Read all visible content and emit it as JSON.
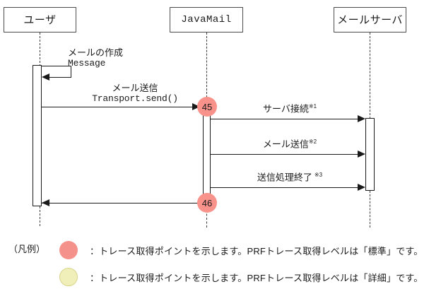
{
  "diagram": {
    "type": "uml-sequence-diagram",
    "lifelines": [
      {
        "id": "user",
        "label": "ユーザ"
      },
      {
        "id": "javamail",
        "label": "JavaMail"
      },
      {
        "id": "mailserver",
        "label": "メールサーバ"
      }
    ],
    "messages": [
      {
        "id": "create-mail",
        "kind": "self",
        "from": "user",
        "to": "user",
        "label_jp": "メールの作成",
        "label_code": "Message"
      },
      {
        "id": "send-mail",
        "kind": "call",
        "from": "user",
        "to": "javamail",
        "label_jp": "メール送信",
        "label_code": "Transport.send()"
      },
      {
        "id": "server-connect",
        "kind": "call",
        "from": "javamail",
        "to": "mailserver",
        "label_jp": "サーバ接続",
        "footnote": "※1"
      },
      {
        "id": "mail-transmit",
        "kind": "call",
        "from": "javamail",
        "to": "mailserver",
        "label_jp": "メール送信",
        "footnote": "※2"
      },
      {
        "id": "send-complete",
        "kind": "call",
        "from": "javamail",
        "to": "mailserver",
        "label_jp": "送信処理終了",
        "footnote": "※3"
      },
      {
        "id": "return-to-user",
        "kind": "return",
        "from": "javamail",
        "to": "user",
        "label_jp": "",
        "label_code": ""
      }
    ],
    "trace_points": [
      {
        "id": "trace-45",
        "number": "45",
        "level": "standard",
        "color": "#f8928b"
      },
      {
        "id": "trace-46",
        "number": "46",
        "level": "standard",
        "color": "#f8928b"
      }
    ]
  },
  "legend": {
    "title": "（凡例）",
    "entries": [
      {
        "id": "legend-standard",
        "marker_color": "#f4918b",
        "text": "：トレース取得ポイントを示します。PRFトレース取得レベルは「標準」です。"
      },
      {
        "id": "legend-detail",
        "marker_color": "#f0efba",
        "text": "：トレース取得ポイントを示します。PRFトレース取得レベルは「詳細」です。"
      }
    ]
  }
}
